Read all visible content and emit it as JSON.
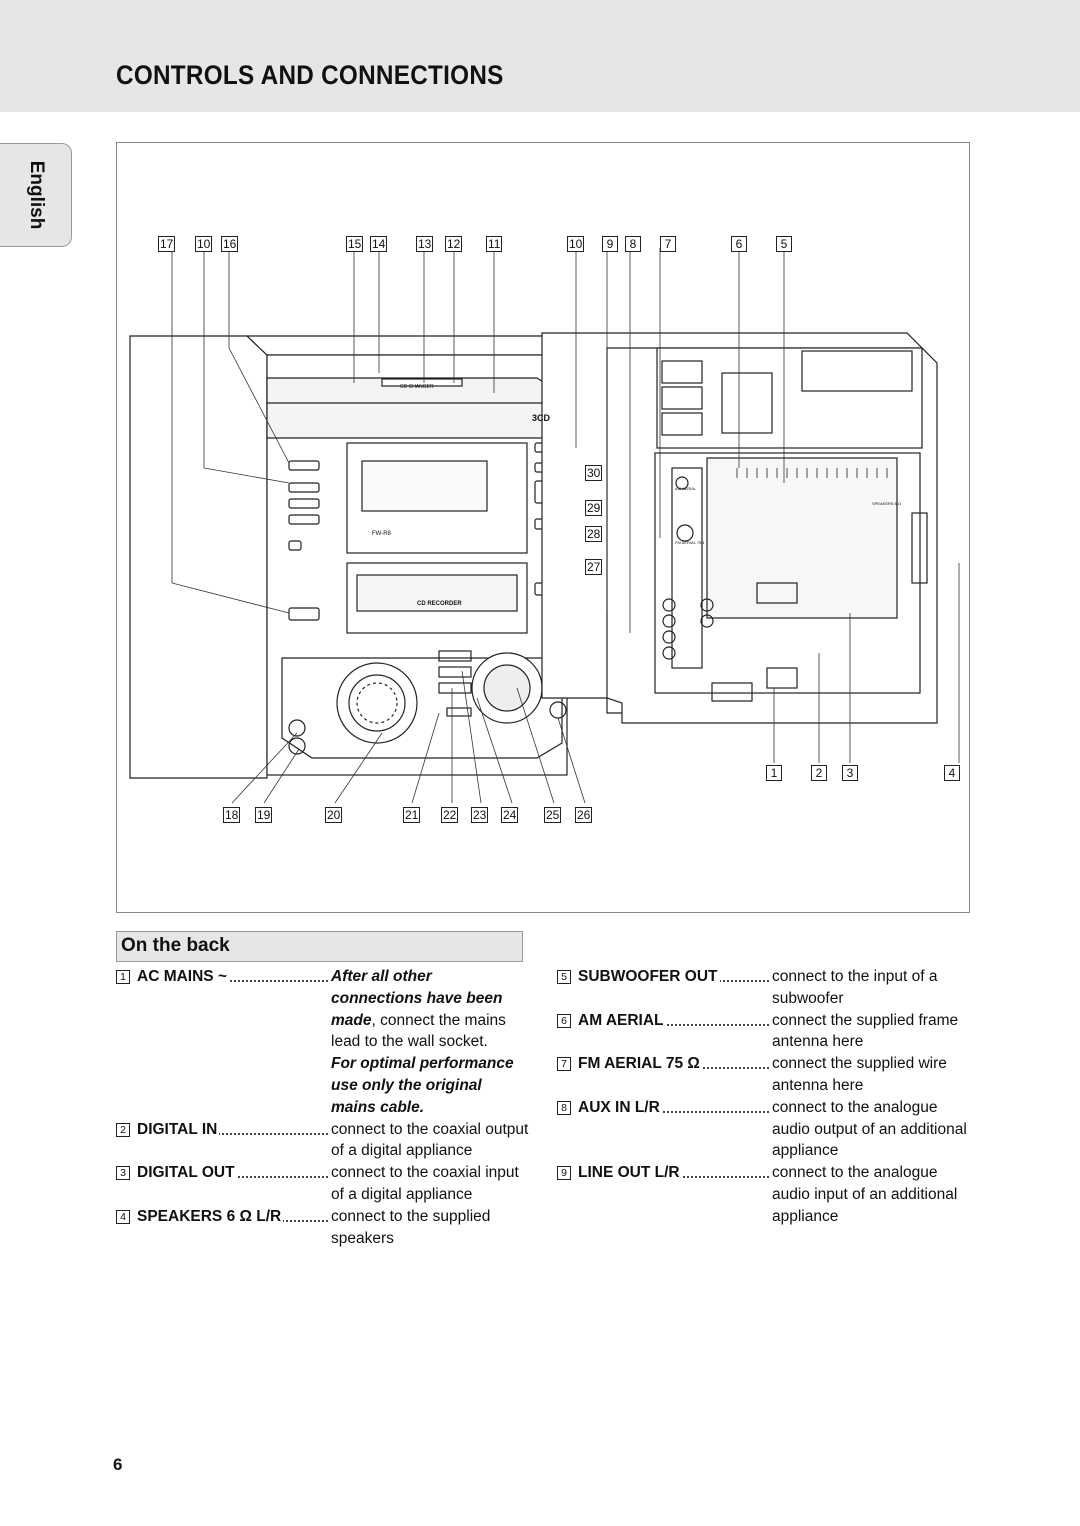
{
  "page": {
    "title": "CONTROLS AND CONNECTIONS",
    "language_tab": "English",
    "page_number": "6"
  },
  "figure": {
    "callouts_top": [
      "17",
      "10",
      "16",
      "15",
      "14",
      "13",
      "12",
      "11",
      "10",
      "9",
      "8",
      "7",
      "6",
      "5"
    ],
    "callouts_bottom": [
      "18",
      "19",
      "20",
      "21",
      "22",
      "23",
      "24",
      "25",
      "26"
    ],
    "callouts_side": [
      "30",
      "29",
      "28",
      "27"
    ],
    "callouts_back_bottom": [
      "1",
      "2",
      "3",
      "4"
    ],
    "device_labels": {
      "display_model": "FW-R8",
      "cd_recorder": "CD RECORDER",
      "brand_badge": "3CD",
      "speakers_label": "SPEAKERS 6 Ω",
      "am_aerial": "AM AERIAL",
      "fm_aerial": "FM AERIAL 75Ω"
    }
  },
  "section": {
    "title": "On the back"
  },
  "entries_left": [
    {
      "num": "1",
      "label": "AC MAINS ~",
      "lines": [
        {
          "parts": [
            {
              "t": "After all other",
              "bi": true
            }
          ]
        },
        {
          "parts": [
            {
              "t": "connections have been",
              "bi": true
            }
          ]
        },
        {
          "parts": [
            {
              "t": "made",
              "bi": true
            },
            {
              "t": ", connect the mains",
              "bi": false
            }
          ]
        },
        {
          "parts": [
            {
              "t": "lead to the wall socket.",
              "bi": false
            }
          ]
        },
        {
          "parts": [
            {
              "t": "For optimal performance",
              "bi": true
            }
          ]
        },
        {
          "parts": [
            {
              "t": "use only the original",
              "bi": true
            }
          ]
        },
        {
          "parts": [
            {
              "t": "mains cable.",
              "bi": true
            }
          ]
        }
      ]
    },
    {
      "num": "2",
      "label": "DIGITAL IN",
      "lines": [
        {
          "parts": [
            {
              "t": "connect to the coaxial output",
              "bi": false
            }
          ]
        },
        {
          "parts": [
            {
              "t": "of a digital appliance",
              "bi": false
            }
          ]
        }
      ]
    },
    {
      "num": "3",
      "label": "DIGITAL OUT",
      "lines": [
        {
          "parts": [
            {
              "t": "connect to the coaxial input",
              "bi": false
            }
          ]
        },
        {
          "parts": [
            {
              "t": "of a digital appliance",
              "bi": false
            }
          ]
        }
      ]
    },
    {
      "num": "4",
      "label": "SPEAKERS 6 Ω L/R",
      "lines": [
        {
          "parts": [
            {
              "t": "connect to the supplied",
              "bi": false
            }
          ]
        },
        {
          "parts": [
            {
              "t": "speakers",
              "bi": false
            }
          ]
        }
      ]
    }
  ],
  "entries_right": [
    {
      "num": "5",
      "label": "SUBWOOFER OUT",
      "lines": [
        {
          "parts": [
            {
              "t": "connect to the input of a",
              "bi": false
            }
          ]
        },
        {
          "parts": [
            {
              "t": "subwoofer",
              "bi": false
            }
          ]
        }
      ]
    },
    {
      "num": "6",
      "label": "AM AERIAL",
      "lines": [
        {
          "parts": [
            {
              "t": "connect the supplied frame",
              "bi": false
            }
          ]
        },
        {
          "parts": [
            {
              "t": "antenna here",
              "bi": false
            }
          ]
        }
      ]
    },
    {
      "num": "7",
      "label": "FM AERIAL 75 Ω",
      "lines": [
        {
          "parts": [
            {
              "t": "connect the supplied wire",
              "bi": false
            }
          ]
        },
        {
          "parts": [
            {
              "t": "antenna here",
              "bi": false
            }
          ]
        }
      ]
    },
    {
      "num": "8",
      "label": "AUX IN L/R",
      "lines": [
        {
          "parts": [
            {
              "t": "connect to the analogue",
              "bi": false
            }
          ]
        },
        {
          "parts": [
            {
              "t": "audio output of an additional",
              "bi": false
            }
          ]
        },
        {
          "parts": [
            {
              "t": "appliance",
              "bi": false
            }
          ]
        }
      ]
    },
    {
      "num": "9",
      "label": "LINE OUT L/R",
      "lines": [
        {
          "parts": [
            {
              "t": "connect to the analogue",
              "bi": false
            }
          ]
        },
        {
          "parts": [
            {
              "t": "audio input of an additional",
              "bi": false
            }
          ]
        },
        {
          "parts": [
            {
              "t": "appliance",
              "bi": false
            }
          ]
        }
      ]
    }
  ]
}
